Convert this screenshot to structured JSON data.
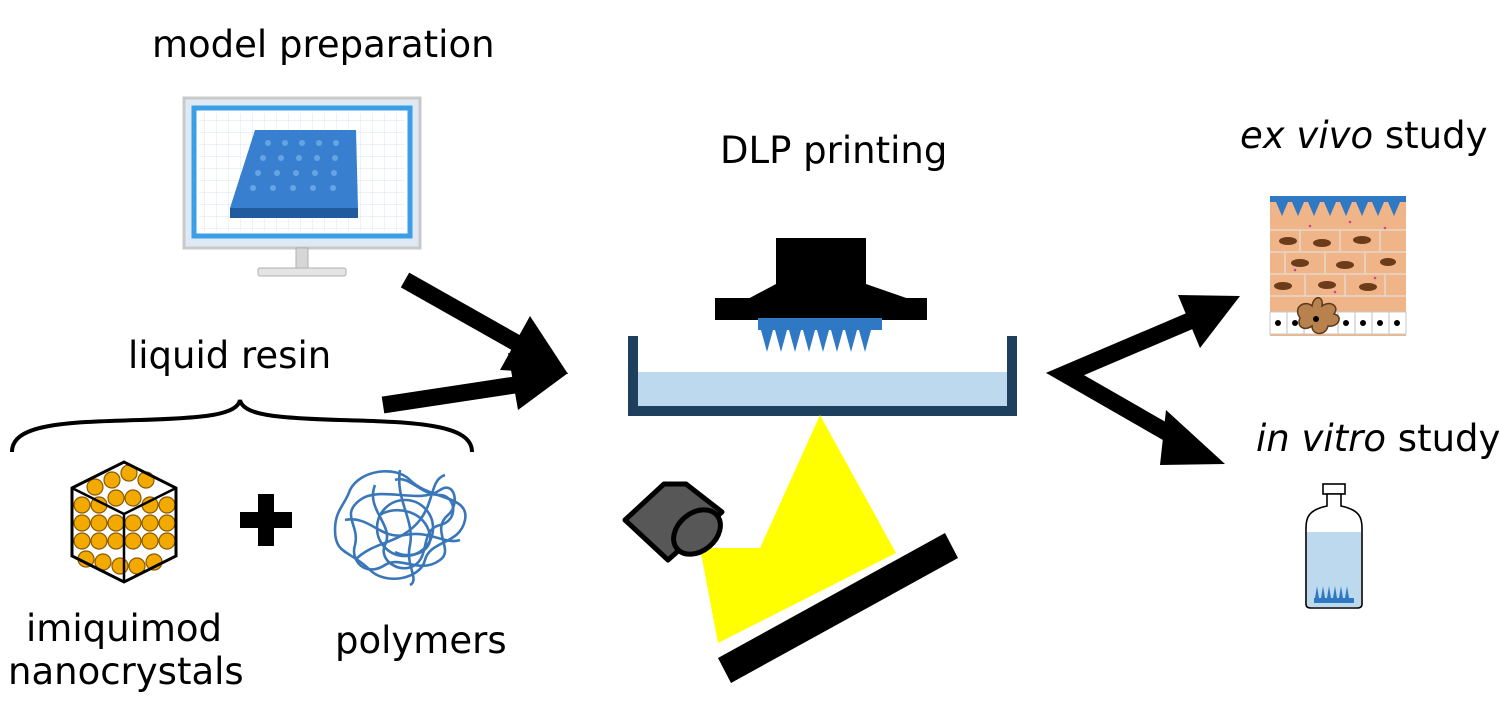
{
  "labels": {
    "model_preparation": "model preparation",
    "dlp_printing": "DLP printing",
    "liquid_resin": "liquid resin",
    "imiquimod_line1": "imiquimod",
    "imiquimod_line2": "nanocrystals",
    "polymers": "polymers",
    "ex_vivo_italic": "ex vivo",
    "ex_vivo_rest": " study",
    "in_vitro_italic": "in vitro",
    "in_vitro_rest": " study"
  },
  "colors": {
    "model_blue": "#2e78c4",
    "screen_frame": "#3b9ee6",
    "resin": "#bcd9ee",
    "vat": "#1f3f5f",
    "light": "#ffff00",
    "crystal": "#f2a900",
    "polymer": "#3a77b8",
    "skin": "#f0b489",
    "arrow": "#000000"
  },
  "icons": {
    "monitor": "monitor-icon",
    "crystal": "nanocrystal-cube-icon",
    "plus": "plus-icon",
    "polymer": "polymer-coil-icon",
    "projector": "projector-icon",
    "skin": "skin-tissue-icon",
    "bottle": "bottle-icon"
  }
}
